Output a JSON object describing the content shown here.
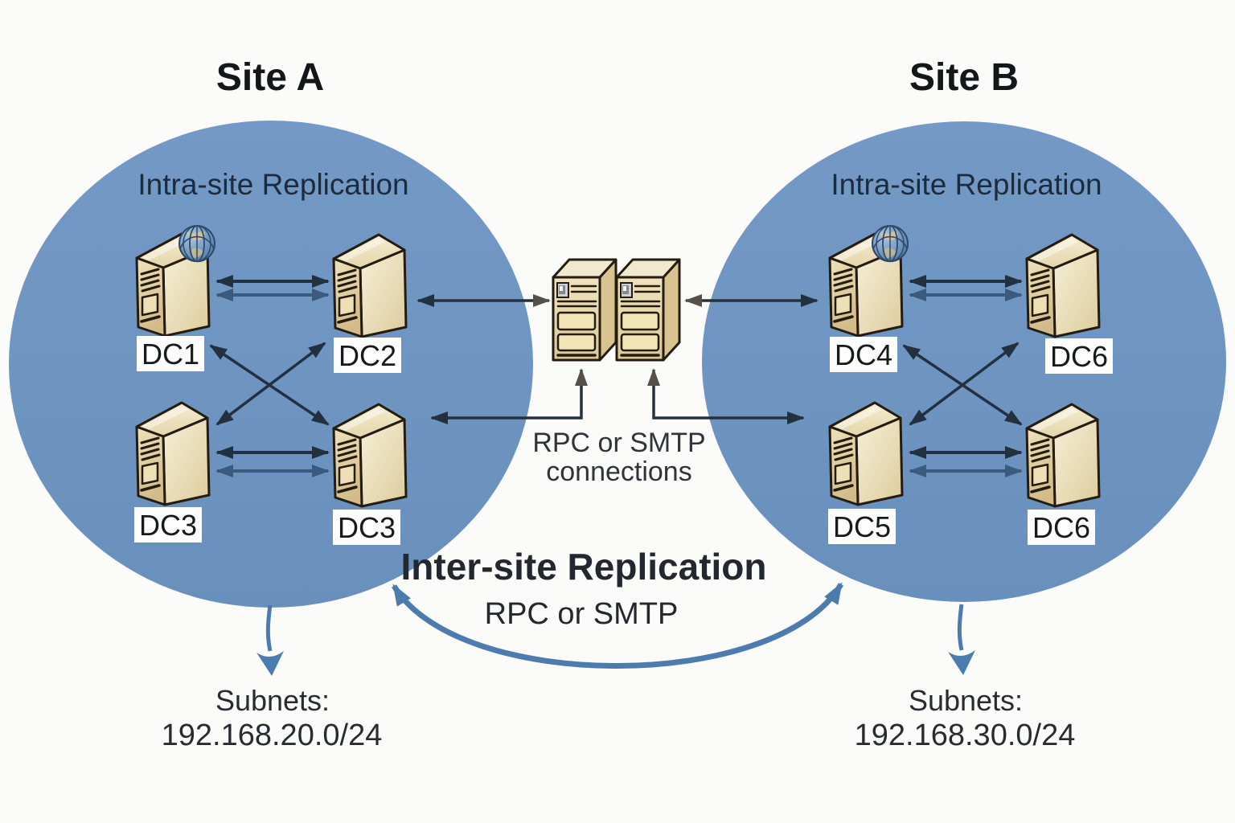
{
  "page": {
    "background": "#fbfbf9"
  },
  "colors": {
    "site_fill_top": "#7499c6",
    "site_fill_bottom": "#6990bc",
    "arrow_primary": "#223140",
    "arrow_secondary": "#3b5a7e",
    "arrow_gray": "#55504a",
    "intersite_arrow": "#4c7cae",
    "subnet_arrow": "#4b7cb0",
    "label_box": "#fdfdfd",
    "server_front": "#e0cd9d",
    "server_side": "#efe7cc",
    "server_top": "#eee4c2"
  },
  "icons": {
    "globe": "globe-icon",
    "dc_server": "dc-server-icon",
    "bridgehead_server": "bridgehead-server-icon"
  },
  "sites": [
    {
      "title": "Site A",
      "intra_title": "Intra-site Replication",
      "dcs": [
        "DC1",
        "DC2",
        "DC3",
        "DC3"
      ],
      "subnets_heading": "Subnets:",
      "subnet_cidr": "192.168.20.0/24"
    },
    {
      "title": "Site B",
      "intra_title": "Intra-site Replication",
      "dcs": [
        "DC4",
        "DC6",
        "DC5",
        "DC6"
      ],
      "subnets_heading": "Subnets:",
      "subnet_cidr": "192.168.30.0/24"
    }
  ],
  "bridge": {
    "line1": "RPC or SMTP",
    "line2": "connections"
  },
  "intersite": {
    "title": "Inter-site Replication",
    "transport": "RPC or SMTP"
  }
}
